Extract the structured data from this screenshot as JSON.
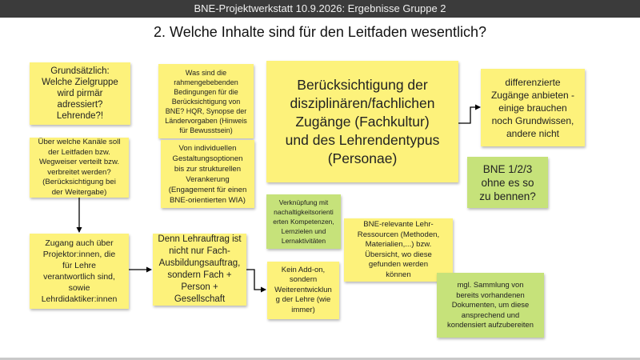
{
  "window": {
    "title": "BNE-Projektwerkstatt 10.9.2026: Ergebnisse Gruppe 2"
  },
  "page": {
    "heading": "2. Welche Inhalte sind für den Leitfaden wesentlich?"
  },
  "notes": {
    "zielgruppe": "Grundsätzlich:\nWelche Zielgruppe\nwird pirmär\nadressiert?\nLehrende?!",
    "rahmenbedingungen": "Was sind die\nrahmengebebenden\nBedingungen für die\nBerücksichtigung von\nBNE? HQR, Synopse der\nLändervorgaben (Hinweis\nfür Bewusstsein)",
    "zugaenge_fachkultur": "Berücksichtigung der\ndisziplinären/fachlichen\nZugänge (Fachkultur)\nund des Lehrendentypus\n(Personae)",
    "differenzierte_zugaenge": "differenzierte\nZugänge anbieten -\neinige brauchen\nnoch Grundwissen,\nandere nicht",
    "kanaele": "Über welche Kanäle soll\nder Leitfaden bzw.\nWegweiser verteilt bzw.\nverbreitet werden?\n(Berücksichtigung bei\nder Weitergabe)",
    "gestaltungsoptionen": "Von  individuellen\nGestaltungsoptionen\nbis zur strukturellen\nVerankerung\n(Engagement für einen\nBNE-orientierten WIA)",
    "bne_stufen": "BNE 1/2/3\nohne es so\nzu bennen?",
    "verknuepfung": "Verknüpfung mit\nnachaltigkeitsorienti\nerten Kompetenzen,\nLernzielen und\nLernaktivitäten",
    "ressourcen": "BNE-relevante Lehr-\nRessourcen (Methoden,\nMaterialien,...) bzw.\nÜbersicht, wo diese\ngefunden werden\nkönnen",
    "projektoren": "Zugang auch über\nProjektor:innen, die\nfür Lehre\nverantwortlich sind,\nsowie\nLehrdidaktiker:innen",
    "lehrauftrag": "Denn Lehrauftrag ist\nnicht nur Fach-\nAusbildungsauftrag,\nsondern Fach +\nPerson + Gesellschaft",
    "kein_addon": "Kein Add-on,\nsondern\nWeiterentwicklun\ng der Lehre (wie\nimmer)",
    "sammlung": "mgl. Sammlung von\nbereits vorhandenen\nDokumenten, um diese\nansprechend und\nkondensiert aufzubereiten"
  },
  "colors": {
    "yellow_note": "#fdf27b",
    "green_note": "#c6e27a",
    "title_bar": "#3b3b3b"
  }
}
